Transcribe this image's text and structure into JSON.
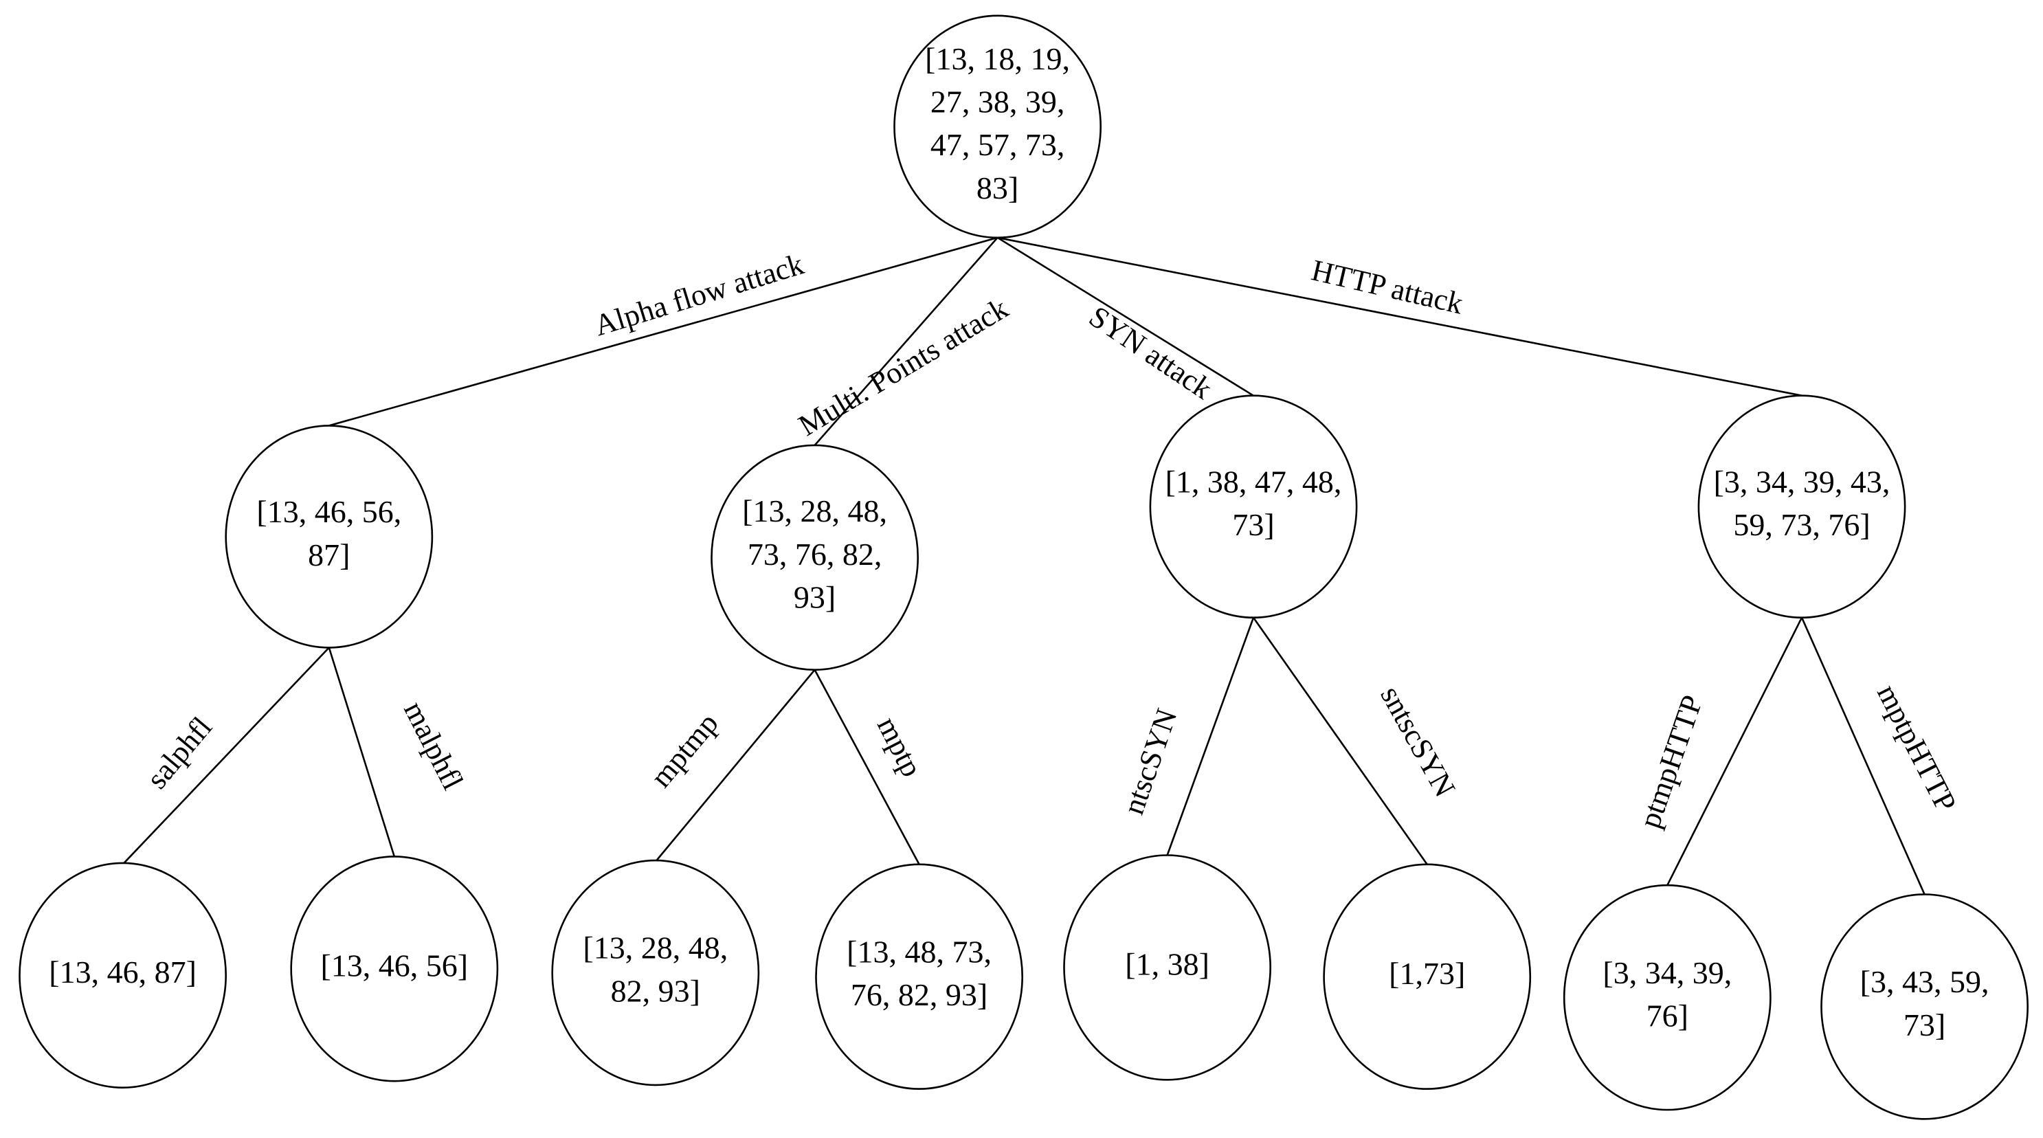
{
  "root": {
    "lines": [
      "[13, 18, 19,",
      "27, 38, 39,",
      "47, 57, 73,",
      "83]"
    ]
  },
  "attacks": [
    {
      "label": "Alpha flow attack",
      "node": {
        "lines": [
          "[13, 46, 56,",
          "87]"
        ]
      },
      "children": [
        {
          "label": "salphfl",
          "lines": [
            "[13, 46, 87]"
          ]
        },
        {
          "label": "malphfl",
          "lines": [
            "[13, 46, 56]"
          ]
        }
      ]
    },
    {
      "label": "Multi. Points attack",
      "node": {
        "lines": [
          "[13, 28, 48,",
          "73, 76, 82,",
          "93]"
        ]
      },
      "children": [
        {
          "label": "mptmp",
          "lines": [
            "[13, 28, 48,",
            "82, 93]"
          ]
        },
        {
          "label": "mptp",
          "lines": [
            "[13, 48, 73,",
            "76, 82, 93]"
          ]
        }
      ]
    },
    {
      "label": "SYN attack",
      "node": {
        "lines": [
          "[1, 38, 47, 48,",
          "73]"
        ]
      },
      "children": [
        {
          "label": "ntscSYN",
          "lines": [
            "[1,  38]"
          ]
        },
        {
          "label": "sntscSYN",
          "lines": [
            "[1,73]"
          ]
        }
      ]
    },
    {
      "label": "HTTP attack",
      "node": {
        "lines": [
          "[3, 34, 39, 43,",
          "59, 73, 76]"
        ]
      },
      "children": [
        {
          "label": "ptmpHTTP",
          "lines": [
            "[3, 34, 39,",
            "76]"
          ]
        },
        {
          "label": "mptpHTTP",
          "lines": [
            "[3, 43, 59,",
            "73]"
          ]
        }
      ]
    }
  ]
}
